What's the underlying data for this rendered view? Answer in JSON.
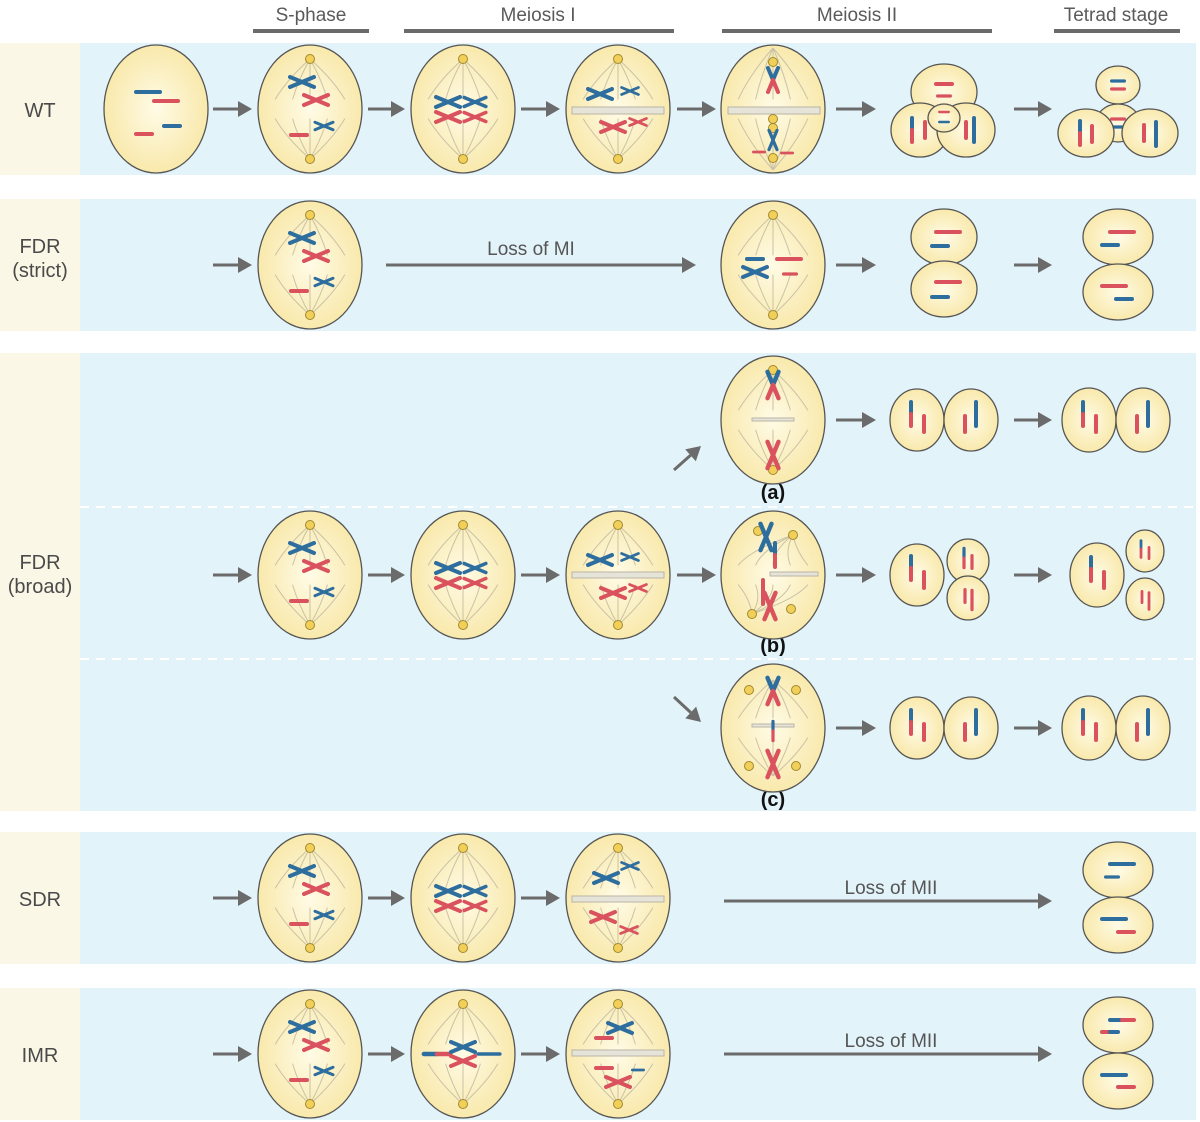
{
  "stages": [
    "S-phase",
    "Meiosis I",
    "Meiosis II",
    "Tetrad stage"
  ],
  "rows": [
    {
      "id": "wt",
      "label": "WT"
    },
    {
      "id": "fdr-strict",
      "label": "FDR\n(strict)",
      "loss_label": "Loss of MI"
    },
    {
      "id": "fdr-broad",
      "label": "FDR\n(broad)",
      "variants": [
        "(a)",
        "(b)",
        "(c)"
      ]
    },
    {
      "id": "sdr",
      "label": "SDR",
      "loss_label": "Loss of MII"
    },
    {
      "id": "imr",
      "label": "IMR",
      "loss_label": "Loss of MII"
    }
  ],
  "colors": {
    "panel_bg": "#e3f3fa",
    "label_bg": "#fbf7e6",
    "cell_fill": "#fbf0c2",
    "cell_stroke": "#555555",
    "chromatid_blue": "#2e6e9e",
    "chromatid_red": "#d9525e",
    "arrow": "#6b6b6b",
    "stage_bar": "#6b6b6b",
    "centrosome": "#f2cf58"
  }
}
